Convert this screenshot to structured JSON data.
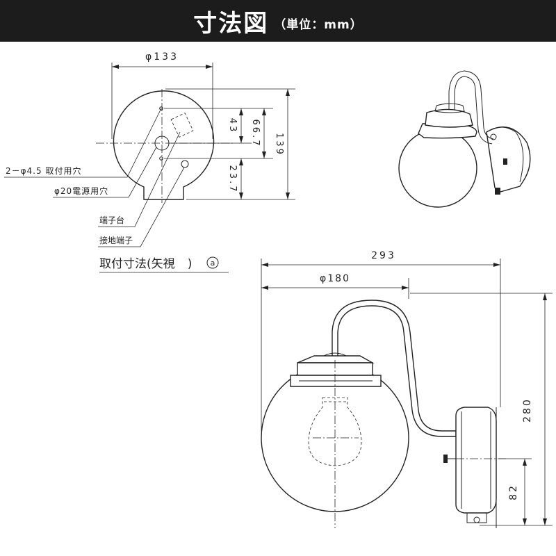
{
  "header": {
    "title": "寸法図",
    "unit": "（単位：mm）"
  },
  "mount_view": {
    "dims": {
      "width": "φ133",
      "height": "139",
      "upper": "43",
      "mid": "66.7",
      "lower": "23.7"
    },
    "labels": {
      "holes": "2－φ4.5 取付用穴",
      "power_hole": "φ20電源用穴",
      "terminal": "端子台",
      "ground": "接地端子"
    },
    "caption": "取付寸法(矢視",
    "caption_mark": "a",
    "caption_close": ")"
  },
  "side_view": {
    "dims": {
      "total_width": "293",
      "globe": "φ180",
      "height": "280",
      "base": "82"
    }
  }
}
